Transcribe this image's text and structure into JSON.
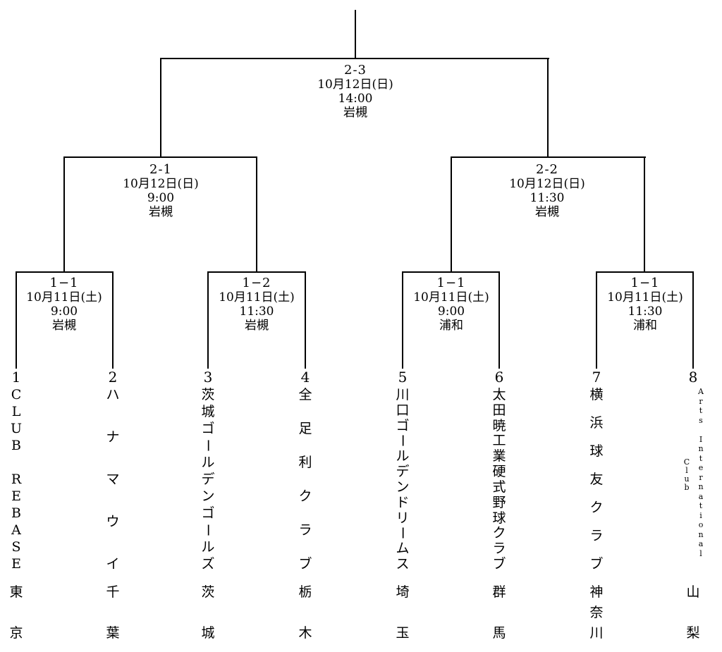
{
  "colors": {
    "line": "#000000",
    "text": "#000000",
    "background": "#ffffff"
  },
  "bracket": {
    "final": {
      "id": "2-3",
      "date": "10月12日(日)",
      "time": "14:00",
      "venue": "岩槻"
    },
    "semifinals": [
      {
        "id": "2-1",
        "date": "10月12日(日)",
        "time": "9:00",
        "venue": "岩槻"
      },
      {
        "id": "2-2",
        "date": "10月12日(日)",
        "time": "11:30",
        "venue": "岩槻"
      }
    ],
    "quarterfinals": [
      {
        "id": "1−1",
        "date": "10月11日(土)",
        "time": "9:00",
        "venue": "岩槻"
      },
      {
        "id": "1−2",
        "date": "10月11日(土)",
        "time": "11:30",
        "venue": "岩槻"
      },
      {
        "id": "1−1",
        "date": "10月11日(土)",
        "time": "9:00",
        "venue": "浦和"
      },
      {
        "id": "1−1",
        "date": "10月11日(土)",
        "time": "11:30",
        "venue": "浦和"
      }
    ],
    "teams": [
      {
        "seed": "1",
        "name": "CLUB REBASE",
        "prefecture": "東京"
      },
      {
        "seed": "2",
        "name": "ハナマウイ",
        "prefecture": "千葉"
      },
      {
        "seed": "3",
        "name": "茨城ゴールデンゴールズ",
        "prefecture": "茨城"
      },
      {
        "seed": "4",
        "name": "全足利クラブ",
        "prefecture": "栃木"
      },
      {
        "seed": "5",
        "name": "川口ゴールデンドリームス",
        "prefecture": "埼玉"
      },
      {
        "seed": "6",
        "name": "太田暁工業硬式野球クラブ",
        "prefecture": "群馬"
      },
      {
        "seed": "7",
        "name": "横浜球友クラブ",
        "prefecture": "神奈川"
      },
      {
        "seed": "8",
        "name": "Arts International",
        "name2": "Club",
        "prefecture": "山梨"
      }
    ]
  }
}
